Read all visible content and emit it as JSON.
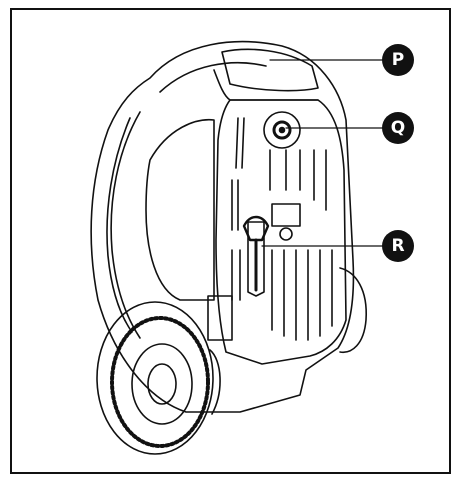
{
  "callouts": {
    "p": "P",
    "q": "Q",
    "r": "R"
  },
  "colors": {
    "ink": "#111111",
    "paper": "#ffffff"
  }
}
